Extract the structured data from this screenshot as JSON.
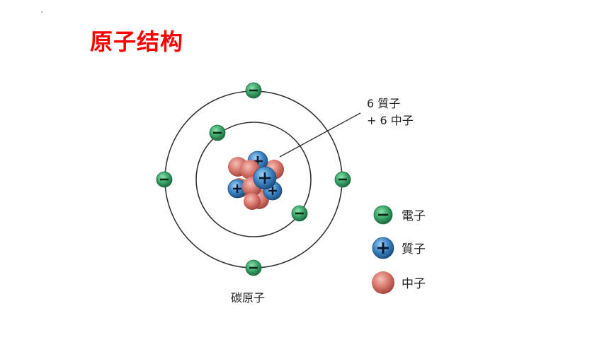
{
  "slide": {
    "title": "原子结构"
  },
  "diagram": {
    "caption": "碳原子",
    "nucleus_label_line1": "6 質子",
    "nucleus_label_line2": "+ 6 中子",
    "legend": [
      {
        "key": "electron",
        "label": "電子",
        "symbol": "minus-icon"
      },
      {
        "key": "proton",
        "label": "質子",
        "symbol": "plus-icon"
      },
      {
        "key": "neutron",
        "label": "中子",
        "symbol": "neutron-icon"
      }
    ],
    "colors": {
      "electron": "#3aa66a",
      "proton": "#3d86c6",
      "neutron": "#d9776d",
      "orbit": "#333333",
      "title": "#ff0000"
    },
    "counts": {
      "protons": 6,
      "neutrons": 6,
      "electrons": 6
    }
  }
}
